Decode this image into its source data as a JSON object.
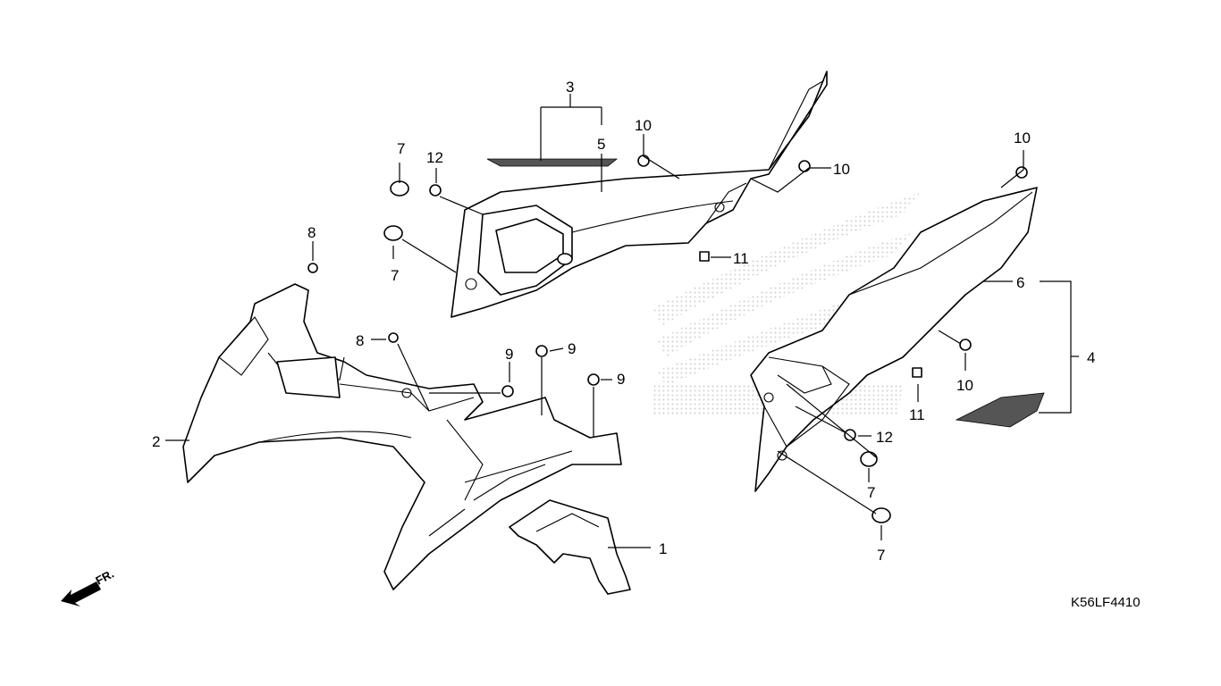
{
  "callouts": [
    "1",
    "2",
    "3",
    "4",
    "5",
    "6",
    "7",
    "7",
    "7",
    "7",
    "8",
    "8",
    "9",
    "9",
    "9",
    "10",
    "10",
    "10",
    "10",
    "11",
    "11",
    "12",
    "12"
  ],
  "diagram_code": "K56LF4410",
  "front_label": "FR.",
  "colors": {
    "line": "#000000",
    "background": "#ffffff",
    "watermark": "#cfcfcf"
  },
  "icons": [
    "front-direction-arrow-icon",
    "honda-wing-watermark-icon"
  ]
}
